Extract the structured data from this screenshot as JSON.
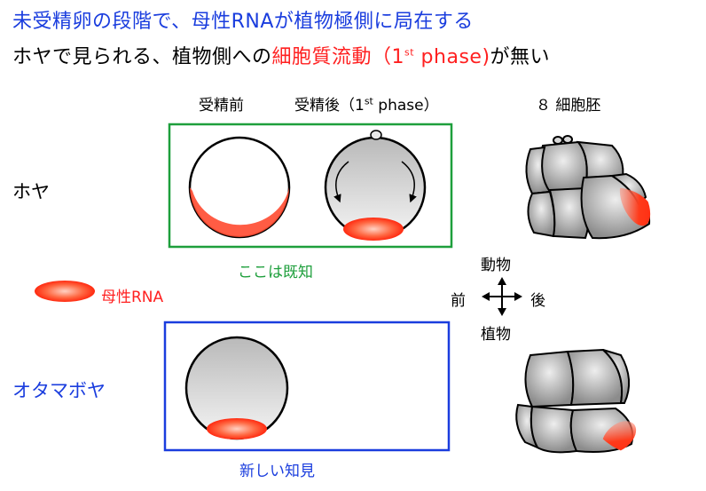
{
  "heading": {
    "line1": "未受精卵の段階で、母性RNAが植物極側に局在する",
    "line2_prefix": "ホヤで見られる、植物側への",
    "line2_red": "細胞質流動（1",
    "line2_sup": "st",
    "line2_red_tail": " phase)",
    "line2_suffix": "が無い"
  },
  "columns": {
    "before": "受精前",
    "after_prefix": "受精後（1",
    "after_sup": "st",
    "after_suffix": " phase）",
    "embryo": "８ 細胞胚"
  },
  "rows": {
    "hoya": "ホヤ",
    "otamaboya": "オタマボヤ"
  },
  "legend": {
    "label": "母性RNA"
  },
  "boxes": {
    "known": "ここは既知",
    "new": "新しい知見"
  },
  "axes": {
    "animal": "動物",
    "vegetal": "植物",
    "anterior": "前",
    "posterior": "後"
  },
  "colors": {
    "blue": "#1a3dde",
    "green": "#1e9f3c",
    "red": "#ff2020",
    "rna": "#ff3a1a"
  }
}
